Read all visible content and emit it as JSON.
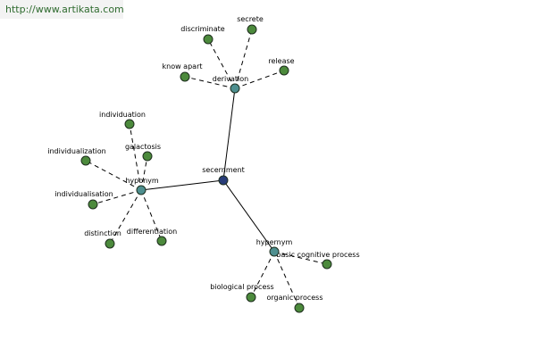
{
  "watermark": "http://www.artikata.com",
  "colors": {
    "center": "#283c78",
    "hub": "#4e8f8f",
    "leaf": "#4c8a3c",
    "edge": "#000000"
  },
  "nodes": [
    {
      "id": "secernment",
      "label": "secernment",
      "kind": "center"
    },
    {
      "id": "derivation",
      "label": "derivation",
      "kind": "hub"
    },
    {
      "id": "hyponym",
      "label": "hyponym",
      "kind": "hub"
    },
    {
      "id": "hypernym",
      "label": "hypernym",
      "kind": "hub"
    },
    {
      "id": "discriminate",
      "label": "discriminate",
      "kind": "leaf"
    },
    {
      "id": "secrete",
      "label": "secrete",
      "kind": "leaf"
    },
    {
      "id": "know-apart",
      "label": "know apart",
      "kind": "leaf"
    },
    {
      "id": "release",
      "label": "release",
      "kind": "leaf"
    },
    {
      "id": "individuation",
      "label": "individuation",
      "kind": "leaf"
    },
    {
      "id": "individualization",
      "label": "individualization",
      "kind": "leaf"
    },
    {
      "id": "galactosis",
      "label": "galactosis",
      "kind": "leaf"
    },
    {
      "id": "individualisation",
      "label": "individualisation",
      "kind": "leaf"
    },
    {
      "id": "distinction",
      "label": "distinction",
      "kind": "leaf"
    },
    {
      "id": "differentiation",
      "label": "differentiation",
      "kind": "leaf"
    },
    {
      "id": "basic-cognitive-process",
      "label": "basic cognitive process",
      "kind": "leaf"
    },
    {
      "id": "biological-process",
      "label": "biological process",
      "kind": "leaf"
    },
    {
      "id": "organic-process",
      "label": "organic process",
      "kind": "leaf"
    }
  ],
  "edges": [
    {
      "from": "secernment",
      "to": "derivation",
      "style": "solid"
    },
    {
      "from": "secernment",
      "to": "hyponym",
      "style": "solid"
    },
    {
      "from": "secernment",
      "to": "hypernym",
      "style": "solid"
    },
    {
      "from": "derivation",
      "to": "discriminate",
      "style": "dashed"
    },
    {
      "from": "derivation",
      "to": "secrete",
      "style": "dashed"
    },
    {
      "from": "derivation",
      "to": "know-apart",
      "style": "dashed"
    },
    {
      "from": "derivation",
      "to": "release",
      "style": "dashed"
    },
    {
      "from": "hyponym",
      "to": "individuation",
      "style": "dashed"
    },
    {
      "from": "hyponym",
      "to": "individualization",
      "style": "dashed"
    },
    {
      "from": "hyponym",
      "to": "galactosis",
      "style": "dashed"
    },
    {
      "from": "hyponym",
      "to": "individualisation",
      "style": "dashed"
    },
    {
      "from": "hyponym",
      "to": "distinction",
      "style": "dashed"
    },
    {
      "from": "hyponym",
      "to": "differentiation",
      "style": "dashed"
    },
    {
      "from": "hypernym",
      "to": "basic-cognitive-process",
      "style": "dashed"
    },
    {
      "from": "hypernym",
      "to": "biological-process",
      "style": "dashed"
    },
    {
      "from": "hypernym",
      "to": "organic-process",
      "style": "dashed"
    }
  ]
}
